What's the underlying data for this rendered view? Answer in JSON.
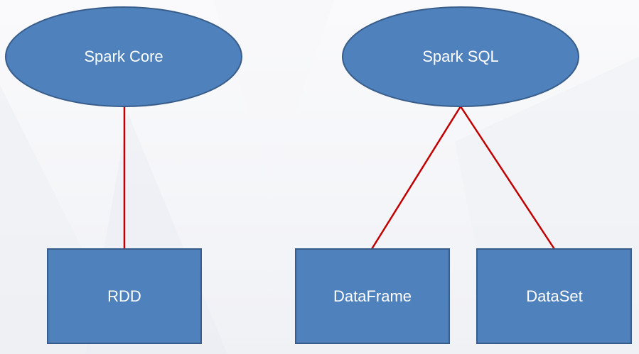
{
  "diagram": {
    "nodes": {
      "spark_core": "Spark Core",
      "spark_sql": "Spark SQL",
      "rdd": "RDD",
      "dataframe": "DataFrame",
      "dataset": "DataSet"
    }
  },
  "colors": {
    "node_fill": "#4f81bd",
    "node_stroke": "#385d8a",
    "connector": "#c00000"
  }
}
